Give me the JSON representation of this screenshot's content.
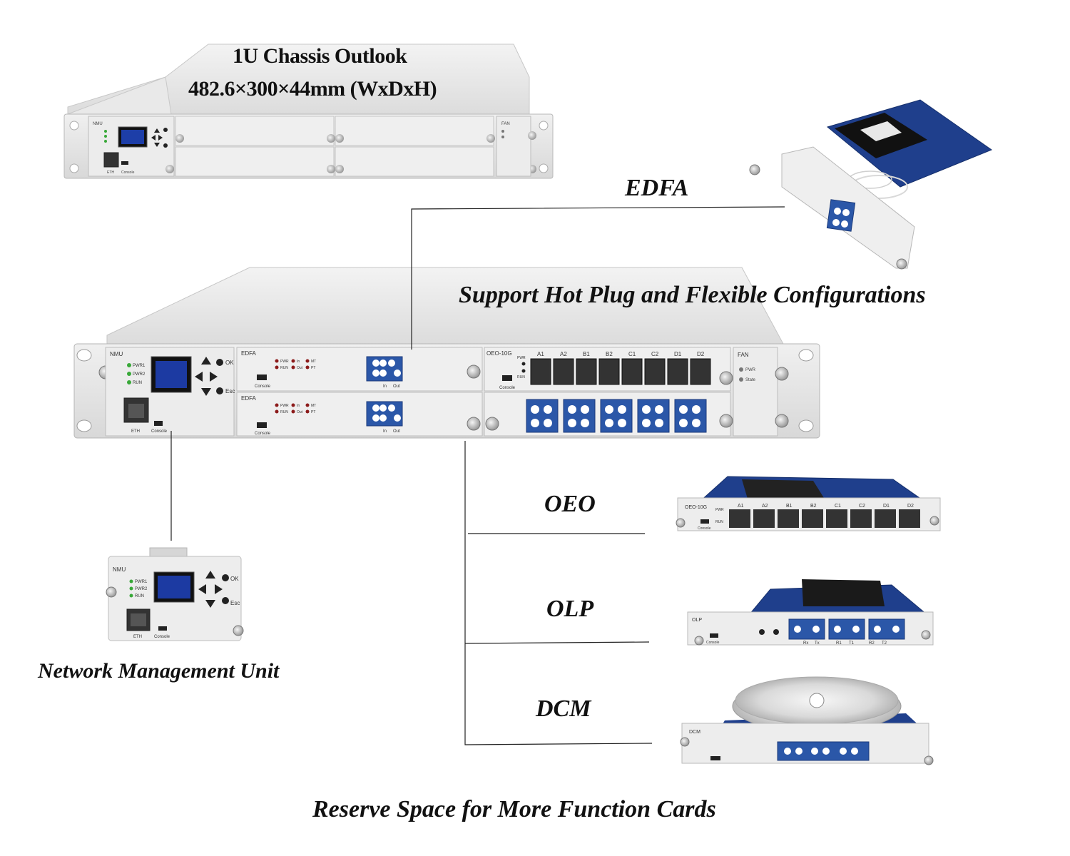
{
  "captions": {
    "chassis_title": "1U Chassis Outlook",
    "chassis_dims": "482.6×300×44mm (WxDxH)",
    "edfa": "EDFA",
    "support": "Support Hot Plug and Flexible Configurations",
    "oeo": "OEO",
    "olp": "OLP",
    "dcm": "DCM",
    "nmu": "Network Management Unit",
    "reserve": "Reserve Space for More Function Cards"
  },
  "panel_labels": {
    "nmu": "NMU",
    "pwr1": "PWR1",
    "pwr2": "PWR2",
    "run": "RUN",
    "ok": "OK",
    "esc": "Esc",
    "eth": "ETH",
    "console": "Console",
    "edfa": "EDFA",
    "pwr": "PWR",
    "in": "In",
    "out": "Out",
    "mt": "MT",
    "pt": "PT",
    "oeo10g": "OEO-10G",
    "fan": "FAN",
    "state": "State",
    "olp": "OLP",
    "dcm": "DCM",
    "ports_oeo": [
      "A1",
      "A2",
      "B1",
      "B2",
      "C1",
      "C2",
      "D1",
      "D2"
    ],
    "ports_olp": [
      "Rx",
      "Tx",
      "R1",
      "T1",
      "R2",
      "T2"
    ]
  },
  "colors": {
    "chassis": "#e6e6e6",
    "chassis_edge": "#b8b8b8",
    "lc_blue": "#2b57a8",
    "pcb_blue": "#1f3f8c",
    "led_green": "#38a838"
  }
}
